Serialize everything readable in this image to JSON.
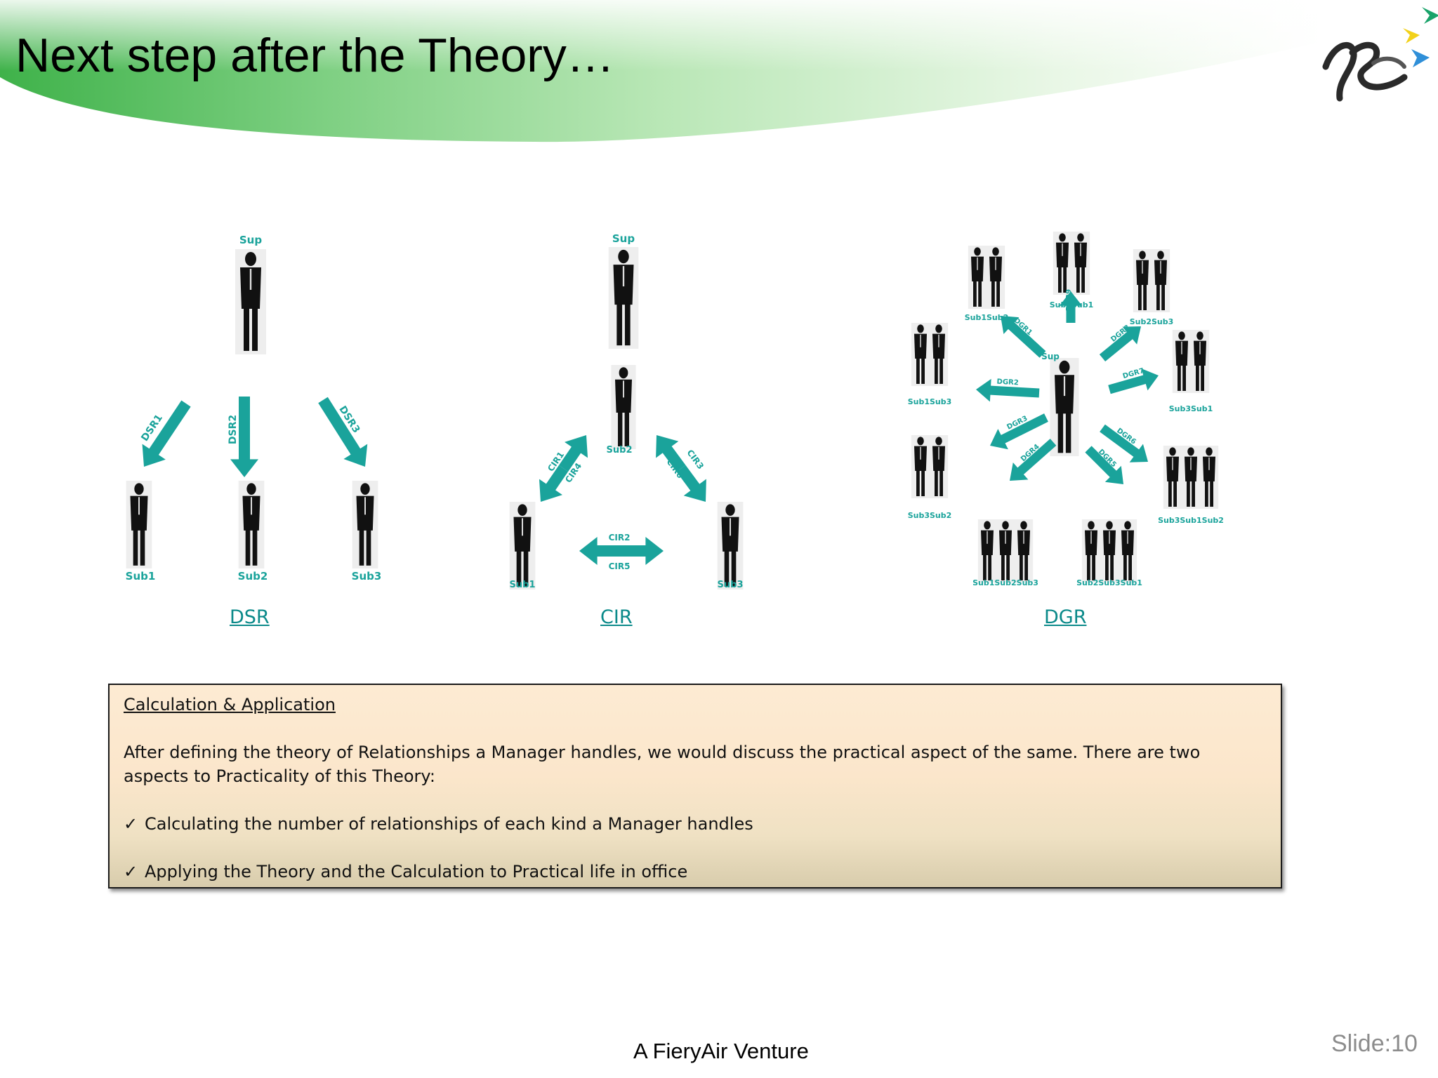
{
  "slide": {
    "title": "Next step after the Theory…",
    "footer": "A FieryAir Venture",
    "slide_label": "Slide:",
    "slide_number": "10"
  },
  "colors": {
    "accent_teal": "#1aa39b",
    "title_band_green": "#5cc15a",
    "link_teal": "#0b8a8a"
  },
  "diagrams": {
    "dsr": {
      "link_label": "DSR",
      "top_label": "Sup",
      "people": [
        "Sub1",
        "Sub2",
        "Sub3"
      ],
      "arrows": [
        "DSR1",
        "DSR2",
        "DSR3"
      ]
    },
    "cir": {
      "link_label": "CIR",
      "top_label": "Sup",
      "people": [
        "Sub2",
        "Sub1",
        "Sub3"
      ],
      "arrows": [
        "CIR1",
        "CIR4",
        "CIR3",
        "CIR6",
        "CIR2",
        "CIR5"
      ]
    },
    "dgr": {
      "link_label": "DGR",
      "center_label": "Sup",
      "groups": [
        "Sub1Sub2",
        "Sub2Sub1",
        "Sub2Sub3",
        "Sub1Sub3",
        "Sub3Sub1",
        "Sub3Sub2",
        "Sub3Sub1Sub2",
        "Sub1Sub2Sub3",
        "Sub2Sub3Sub1"
      ],
      "arrows": [
        "DGR9",
        "DGR1",
        "DGR8",
        "DGR2",
        "DGR7",
        "DGR3",
        "DGR6",
        "DGR4",
        "DGR5"
      ]
    }
  },
  "calculation_box": {
    "heading": "Calculation & Application",
    "paragraph": "After defining the theory of Relationships a Manager handles, we would discuss the practical aspect of the same. There are two aspects to Practicality of this Theory:",
    "bullet_mark": "✓",
    "bullets": [
      "Calculating the number of relationships of each kind a Manager handles",
      "Applying the Theory and the Calculation to Practical life in office"
    ]
  }
}
